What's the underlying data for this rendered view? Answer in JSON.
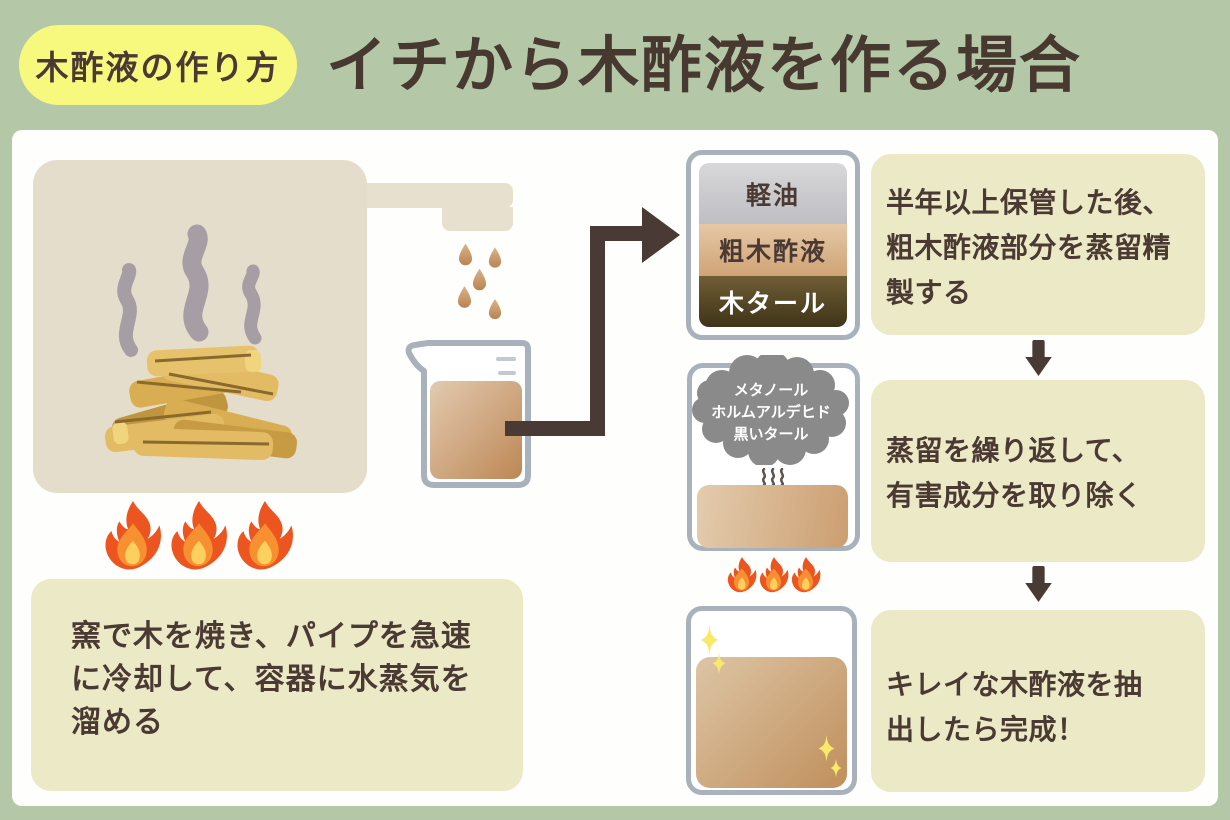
{
  "header": {
    "badge_label": "木酢液の作り方",
    "title": "イチから木酢液を作る場合"
  },
  "process_caption": {
    "lines": [
      "窯で木を焼き、パイプを急速",
      "に冷却して、容器に水蒸気を",
      "溜める"
    ]
  },
  "separator_container": {
    "layers": [
      {
        "label": "軽油",
        "color_top": "#d8d8da",
        "color_bottom": "#bebec3",
        "text_color": "#4b3a33"
      },
      {
        "label": "粗木酢液",
        "color_top": "#e5c8a6",
        "color_bottom": "#d0a376",
        "text_color": "#4b3a33"
      },
      {
        "label": "木タール",
        "color_top": "#6f5d35",
        "color_bottom": "#3f3418",
        "text_color": "#ffffff"
      }
    ]
  },
  "hazard_cloud": {
    "lines": [
      "メタノール",
      "ホルムアルデヒド",
      "黒いタール"
    ]
  },
  "steps": [
    {
      "lines": [
        "半年以上保管した後、",
        "粗木酢液部分を蒸留精",
        "製する"
      ]
    },
    {
      "lines": [
        "蒸留を繰り返して、",
        "有害成分を取り除く"
      ]
    },
    {
      "lines": [
        "キレイな木酢液を抽",
        "出したら完成！"
      ]
    }
  ],
  "colors": {
    "background_green": "#b4c8a7",
    "panel_white": "#fefefc",
    "badge_yellow": "#f7f97f",
    "text_brown": "#4b3a33",
    "box_beige": "#ebe9c6",
    "kiln_beige": "#e4ddcb",
    "arrow_brown": "#4a3a36",
    "container_border": "#a9b2bc",
    "cloud_gray": "#8a8a8a",
    "fire_orange": "#ed5520",
    "fire_core_yellow": "#fcd05e",
    "sparkle_yellow": "#f9e96a",
    "liquid_tan": "#cd9f72"
  },
  "icons": {
    "flame": "flame-icon",
    "droplet": "droplet-icon",
    "sparkle": "sparkle-icon",
    "smoke": "smoke-wisp-icon",
    "steam": "steam-squiggle-icon",
    "flow_arrow": "arrow-right-icon",
    "step_arrow": "arrow-down-icon"
  }
}
